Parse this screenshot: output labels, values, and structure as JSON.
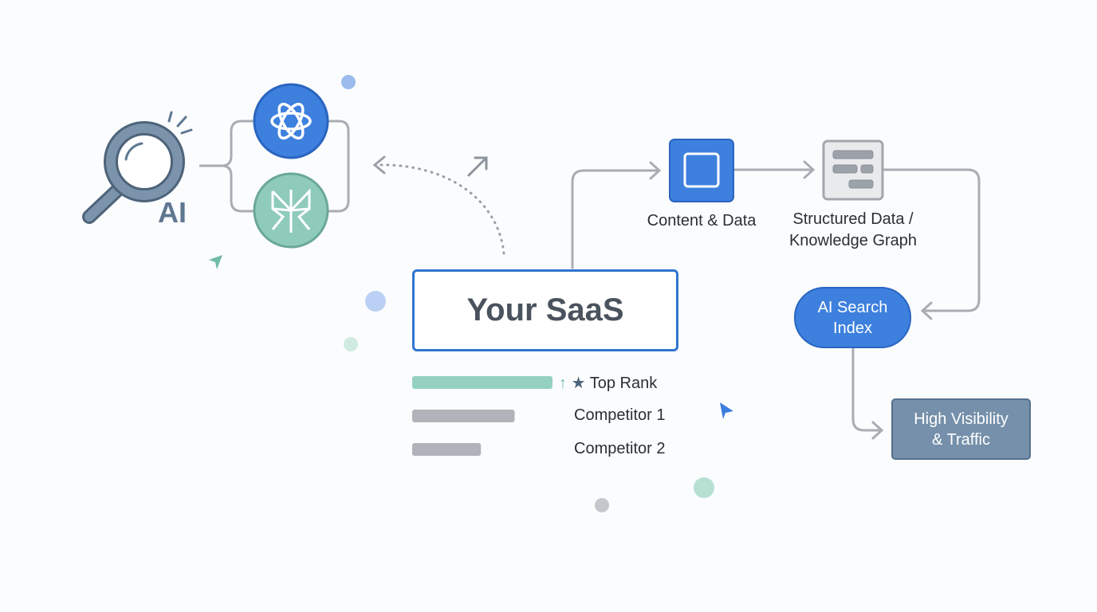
{
  "ai_label": "AI",
  "product": "Your SaaS",
  "ranking": [
    {
      "label": "Top Rank",
      "score": 100,
      "color": "#95d1c0"
    },
    {
      "label": "Competitor 1",
      "score": 73,
      "color": "#b0b3b9"
    },
    {
      "label": "Competitor 2",
      "score": 49,
      "color": "#b0b3b9"
    }
  ],
  "nodes": {
    "content": "Content & Data",
    "structured_line1": "Structured Data /",
    "structured_line2": "Knowledge Graph",
    "index_line1": "AI Search",
    "index_line2": "Index",
    "result_line1": "High Visibility",
    "result_line2": "& Traffic"
  },
  "colors": {
    "primary": "#3d80de",
    "teal": "#8fcbbb",
    "slate": "#5f7891",
    "gray": "#b0b3b9"
  }
}
